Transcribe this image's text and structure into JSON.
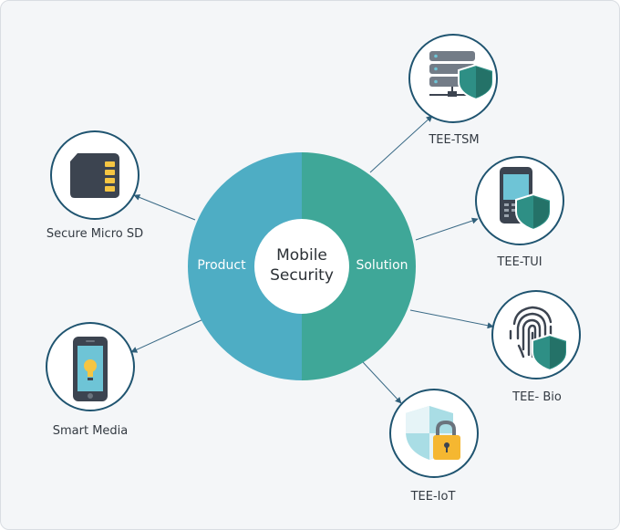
{
  "center": {
    "line1": "Mobile",
    "line2": "Security"
  },
  "left_half": {
    "label": "Product",
    "color": "#4eadc4"
  },
  "right_half": {
    "label": "Solution",
    "color": "#3fa798"
  },
  "nodes": [
    {
      "label": "Secure Micro SD",
      "icon": "micro-sd-icon"
    },
    {
      "label": "Smart Media",
      "icon": "smartphone-bulb-icon"
    },
    {
      "label": "TEE-TSM",
      "icon": "server-shield-icon"
    },
    {
      "label": "TEE-TUI",
      "icon": "phone-shield-icon"
    },
    {
      "label": "TEE- Bio",
      "icon": "fingerprint-shield-icon"
    },
    {
      "label": "TEE-IoT",
      "icon": "shield-lock-icon"
    }
  ]
}
